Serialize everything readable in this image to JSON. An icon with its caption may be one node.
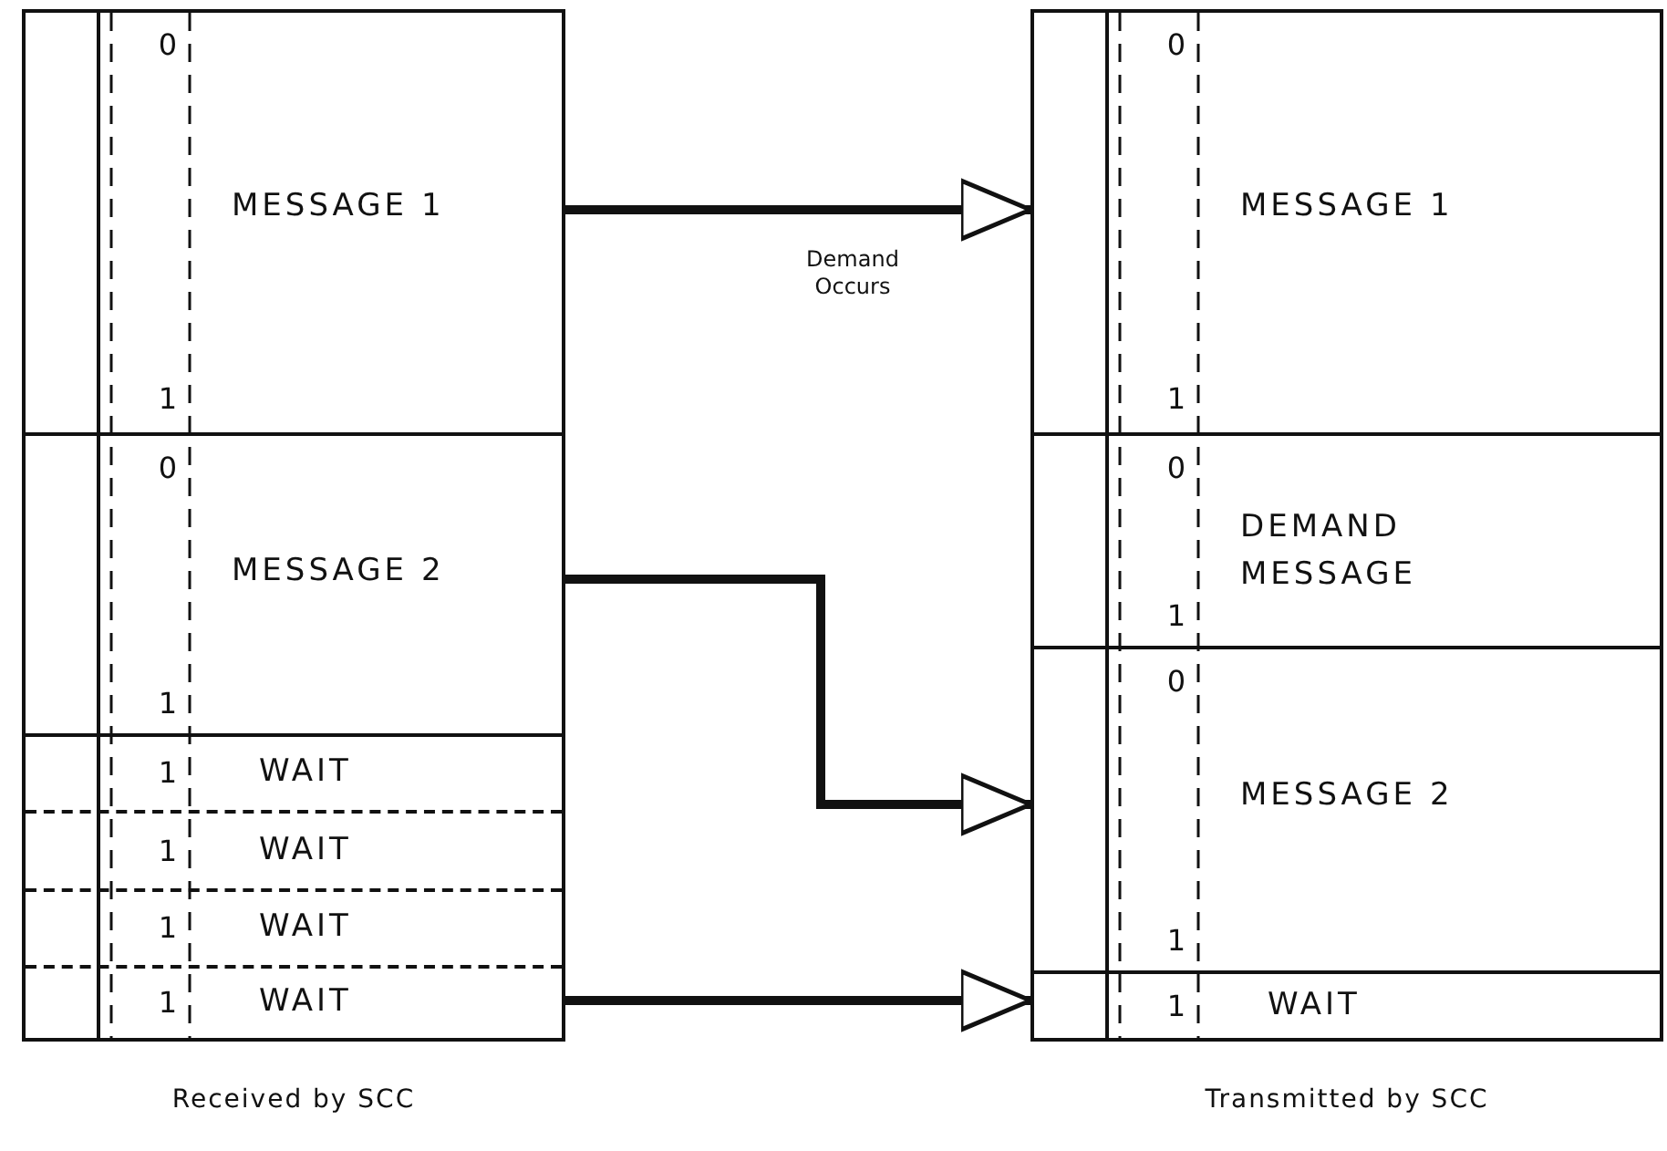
{
  "diagram": {
    "nodes": [
      {
        "text": [
          "Received by SCC"
        ]
      },
      {
        "text": [
          "0",
          "MESSAGE 1",
          "1"
        ],
        "in": 0
      },
      {
        "text": [
          "0",
          "MESSAGE 2",
          "1"
        ],
        "in": 0
      },
      {
        "text": [
          "1",
          "WAIT"
        ],
        "in": 0
      },
      {
        "text": [
          "1",
          "WAIT"
        ],
        "in": 0
      },
      {
        "text": [
          "1",
          "WAIT"
        ],
        "in": 0
      },
      {
        "text": [
          "1",
          "WAIT"
        ],
        "in": 0
      },
      {
        "text": [
          "Transmitted by SCC"
        ]
      },
      {
        "text": [
          "0",
          "MESSAGE 1",
          "1"
        ],
        "in": 7
      },
      {
        "text": [
          "0",
          "DEMAND MESSAGE",
          "1"
        ],
        "in": 7
      },
      {
        "text": [
          "0",
          "MESSAGE 2",
          "1"
        ],
        "in": 7
      },
      {
        "text": [
          "1",
          "WAIT"
        ],
        "in": 7
      }
    ],
    "edges": [
      {
        "from": 1,
        "to": 8,
        "arrow": "to",
        "label": "Demand Occurs"
      },
      {
        "from": 2,
        "to": 10,
        "arrow": "to"
      },
      {
        "from": 6,
        "to": 11,
        "arrow": "to"
      }
    ]
  }
}
